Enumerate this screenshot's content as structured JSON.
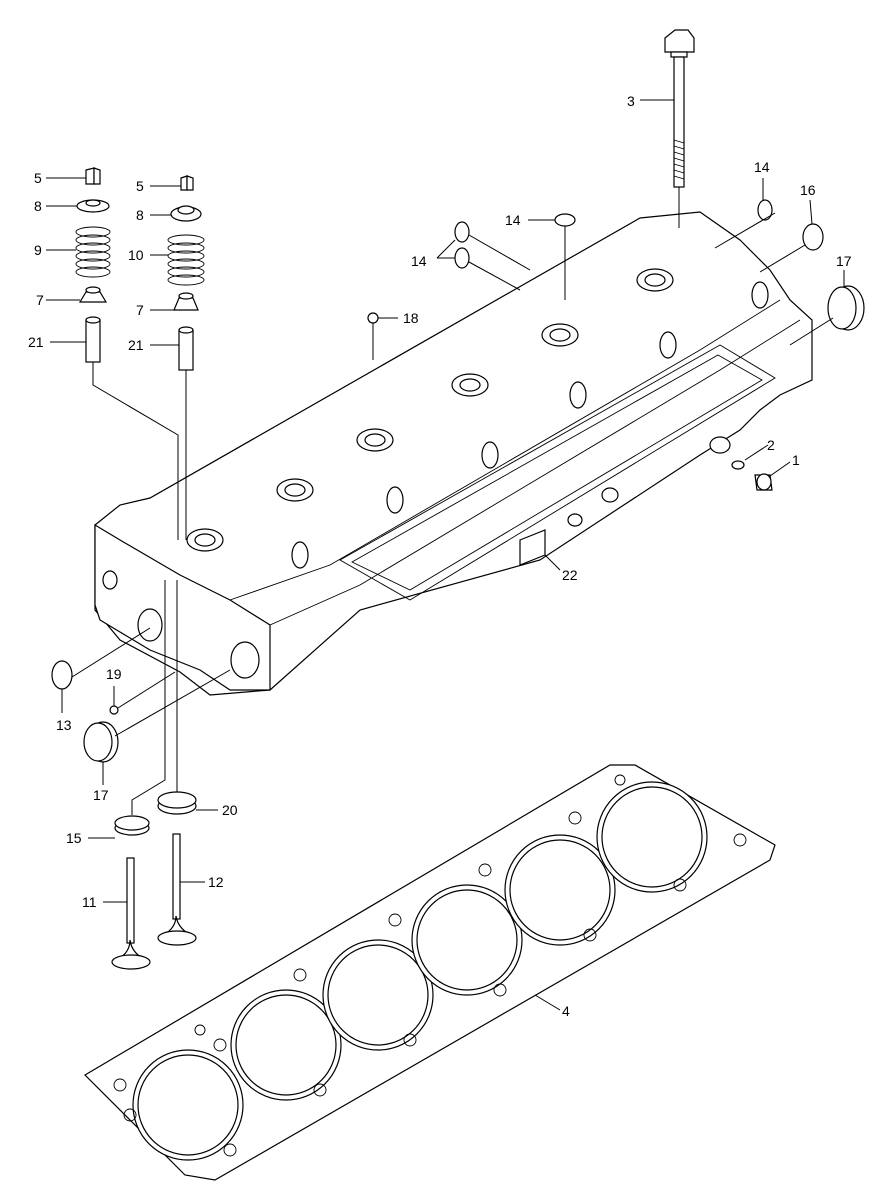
{
  "diagram": {
    "callouts": [
      {
        "id": "c1",
        "label": "1"
      },
      {
        "id": "c2",
        "label": "2"
      },
      {
        "id": "c3",
        "label": "3"
      },
      {
        "id": "c4",
        "label": "4"
      },
      {
        "id": "c5a",
        "label": "5"
      },
      {
        "id": "c5b",
        "label": "5"
      },
      {
        "id": "c7a",
        "label": "7"
      },
      {
        "id": "c7b",
        "label": "7"
      },
      {
        "id": "c8a",
        "label": "8"
      },
      {
        "id": "c8b",
        "label": "8"
      },
      {
        "id": "c9",
        "label": "9"
      },
      {
        "id": "c10",
        "label": "10"
      },
      {
        "id": "c11",
        "label": "11"
      },
      {
        "id": "c12",
        "label": "12"
      },
      {
        "id": "c13",
        "label": "13"
      },
      {
        "id": "c14a",
        "label": "14"
      },
      {
        "id": "c14b",
        "label": "14"
      },
      {
        "id": "c14c",
        "label": "14"
      },
      {
        "id": "c15",
        "label": "15"
      },
      {
        "id": "c16",
        "label": "16"
      },
      {
        "id": "c17a",
        "label": "17"
      },
      {
        "id": "c17b",
        "label": "17"
      },
      {
        "id": "c18",
        "label": "18"
      },
      {
        "id": "c19",
        "label": "19"
      },
      {
        "id": "c20",
        "label": "20"
      },
      {
        "id": "c21a",
        "label": "21"
      },
      {
        "id": "c21b",
        "label": "21"
      },
      {
        "id": "c22",
        "label": "22"
      }
    ]
  }
}
